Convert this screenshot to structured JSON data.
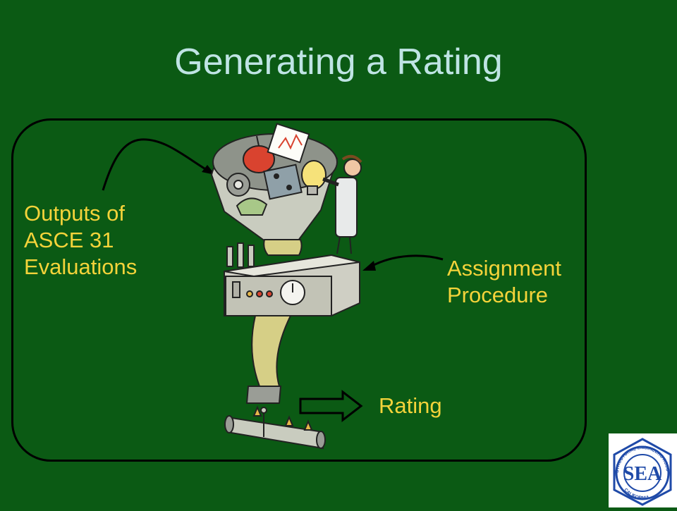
{
  "slide": {
    "title": "Generating a Rating",
    "label_inputs": "Outputs of\nASCE 31\nEvaluations",
    "label_procedure": "Assignment\nProcedure",
    "label_output": "Rating"
  },
  "logo": {
    "letters": "SEA",
    "ring_text_top": "STRUCTURAL ENGINEERS ASSOCIATION",
    "ring_text_bottom": "CALIFORNIA"
  },
  "colors": {
    "background": "#0b5a14",
    "title": "#bfe4e4",
    "label": "#f4d33a",
    "logo_blue": "#1f4aa8"
  },
  "icons": [
    "funnel-machine-illustration",
    "arrow-icon",
    "block-arrow-icon",
    "sea-logo"
  ]
}
